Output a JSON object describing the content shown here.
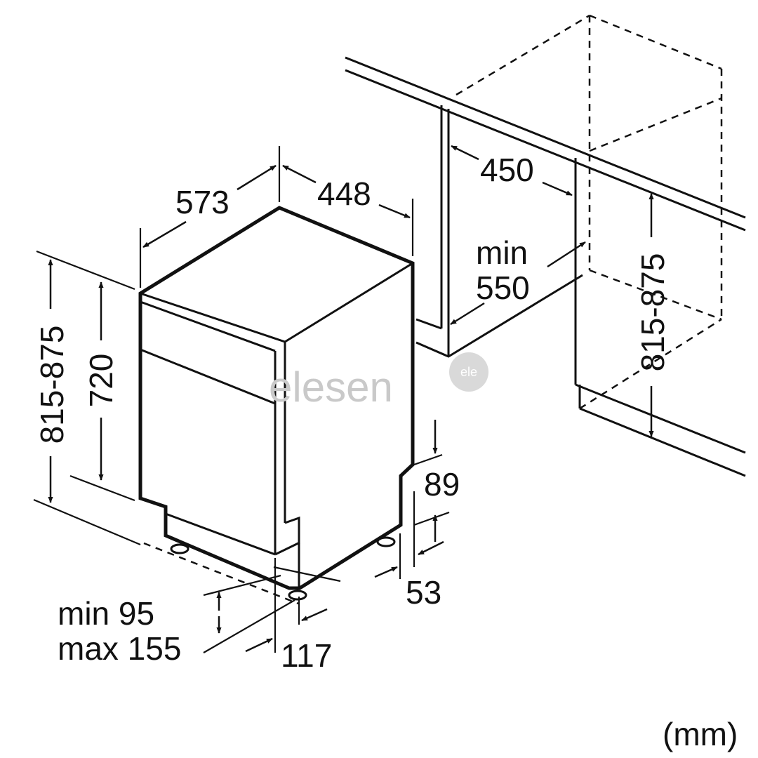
{
  "dimensions": {
    "width_depth": "573",
    "width": "448",
    "recess_depth": "450",
    "min_depth_label_1": "min",
    "min_depth_label_2": "550",
    "total_height": "815-875",
    "body_height": "720",
    "niche_height": "815-875",
    "toe_height": "89",
    "toe_depth": "53",
    "plinth_min": "min 95",
    "plinth_max": "max 155",
    "foot_offset": "117"
  },
  "units": "(mm)",
  "watermark": {
    "text": "elesen",
    "badge": "ele"
  },
  "colors": {
    "line": "#111111",
    "watermark": "#c9c9c9"
  }
}
